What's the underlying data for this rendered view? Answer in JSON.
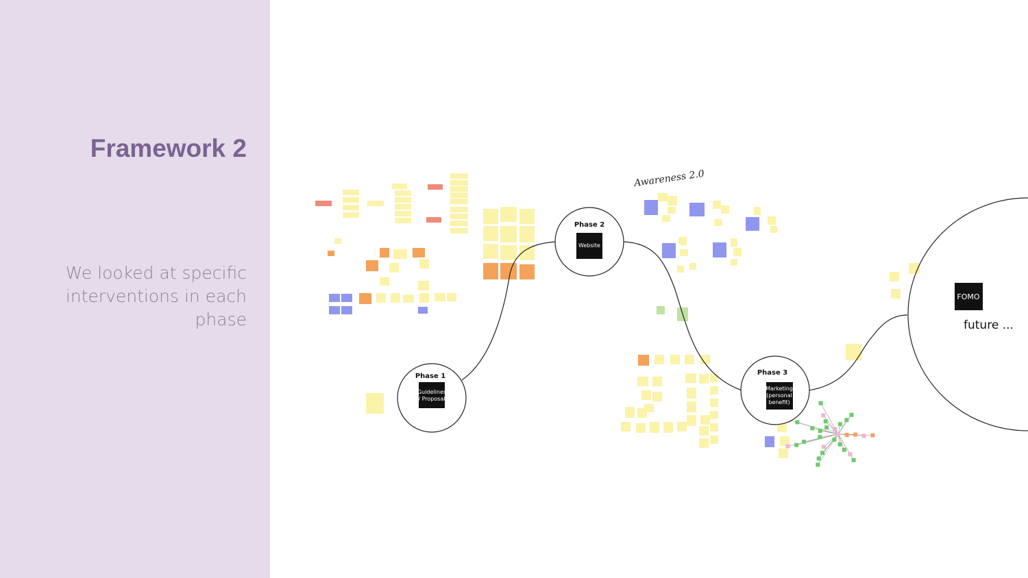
{
  "slide": {
    "title": "Framework 2",
    "subtitle": "We looked at specific interventions in each phase"
  },
  "diagram": {
    "phases": [
      {
        "title": "Phase 1",
        "label_lines": [
          "Guidelines",
          "/ Proposal"
        ]
      },
      {
        "title": "Phase 2",
        "label_lines": [
          "Website"
        ]
      },
      {
        "title": "Phase 3",
        "label_lines": [
          "Marketing",
          "(personal",
          "benefit)"
        ]
      }
    ],
    "goal": {
      "label": "FOMO",
      "caption": "future ..."
    },
    "annotation": "Awareness 2.0"
  },
  "colors": {
    "sidebar_bg": "#e6dbea",
    "title": "#7a6391",
    "subtitle": "#8b8494",
    "sticky_yellow": "#fbf3a9",
    "sticky_orange": "#f4a259",
    "sticky_red": "#f08a7a",
    "sticky_blue": "#8e96ee",
    "sticky_green": "#bfe3a0",
    "card_black": "#111111"
  }
}
